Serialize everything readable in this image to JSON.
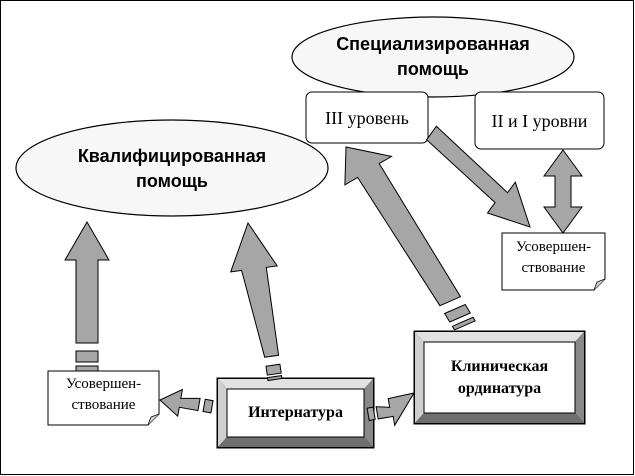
{
  "nodes": {
    "specialized": {
      "label": "Специализированная\nпомощь"
    },
    "qualified": {
      "label": "Квалифицированная\nпомощь"
    },
    "level3": {
      "label": "III уровень"
    },
    "level21": {
      "label": "II и I уровни"
    },
    "improvement_right": {
      "label": "Усовершен-\nствование"
    },
    "improvement_left": {
      "label": "Усовершен-\nствование"
    },
    "internship": {
      "label": "Интернатура"
    },
    "residency": {
      "label": "Клиническая\nординатура"
    }
  },
  "colors": {
    "arrow_fill": "#a6a6a6",
    "oval_fill": "#f7f7f7",
    "stroke": "#000000",
    "frame_light": "#dedede",
    "frame_dark": "#7c7c7c"
  }
}
